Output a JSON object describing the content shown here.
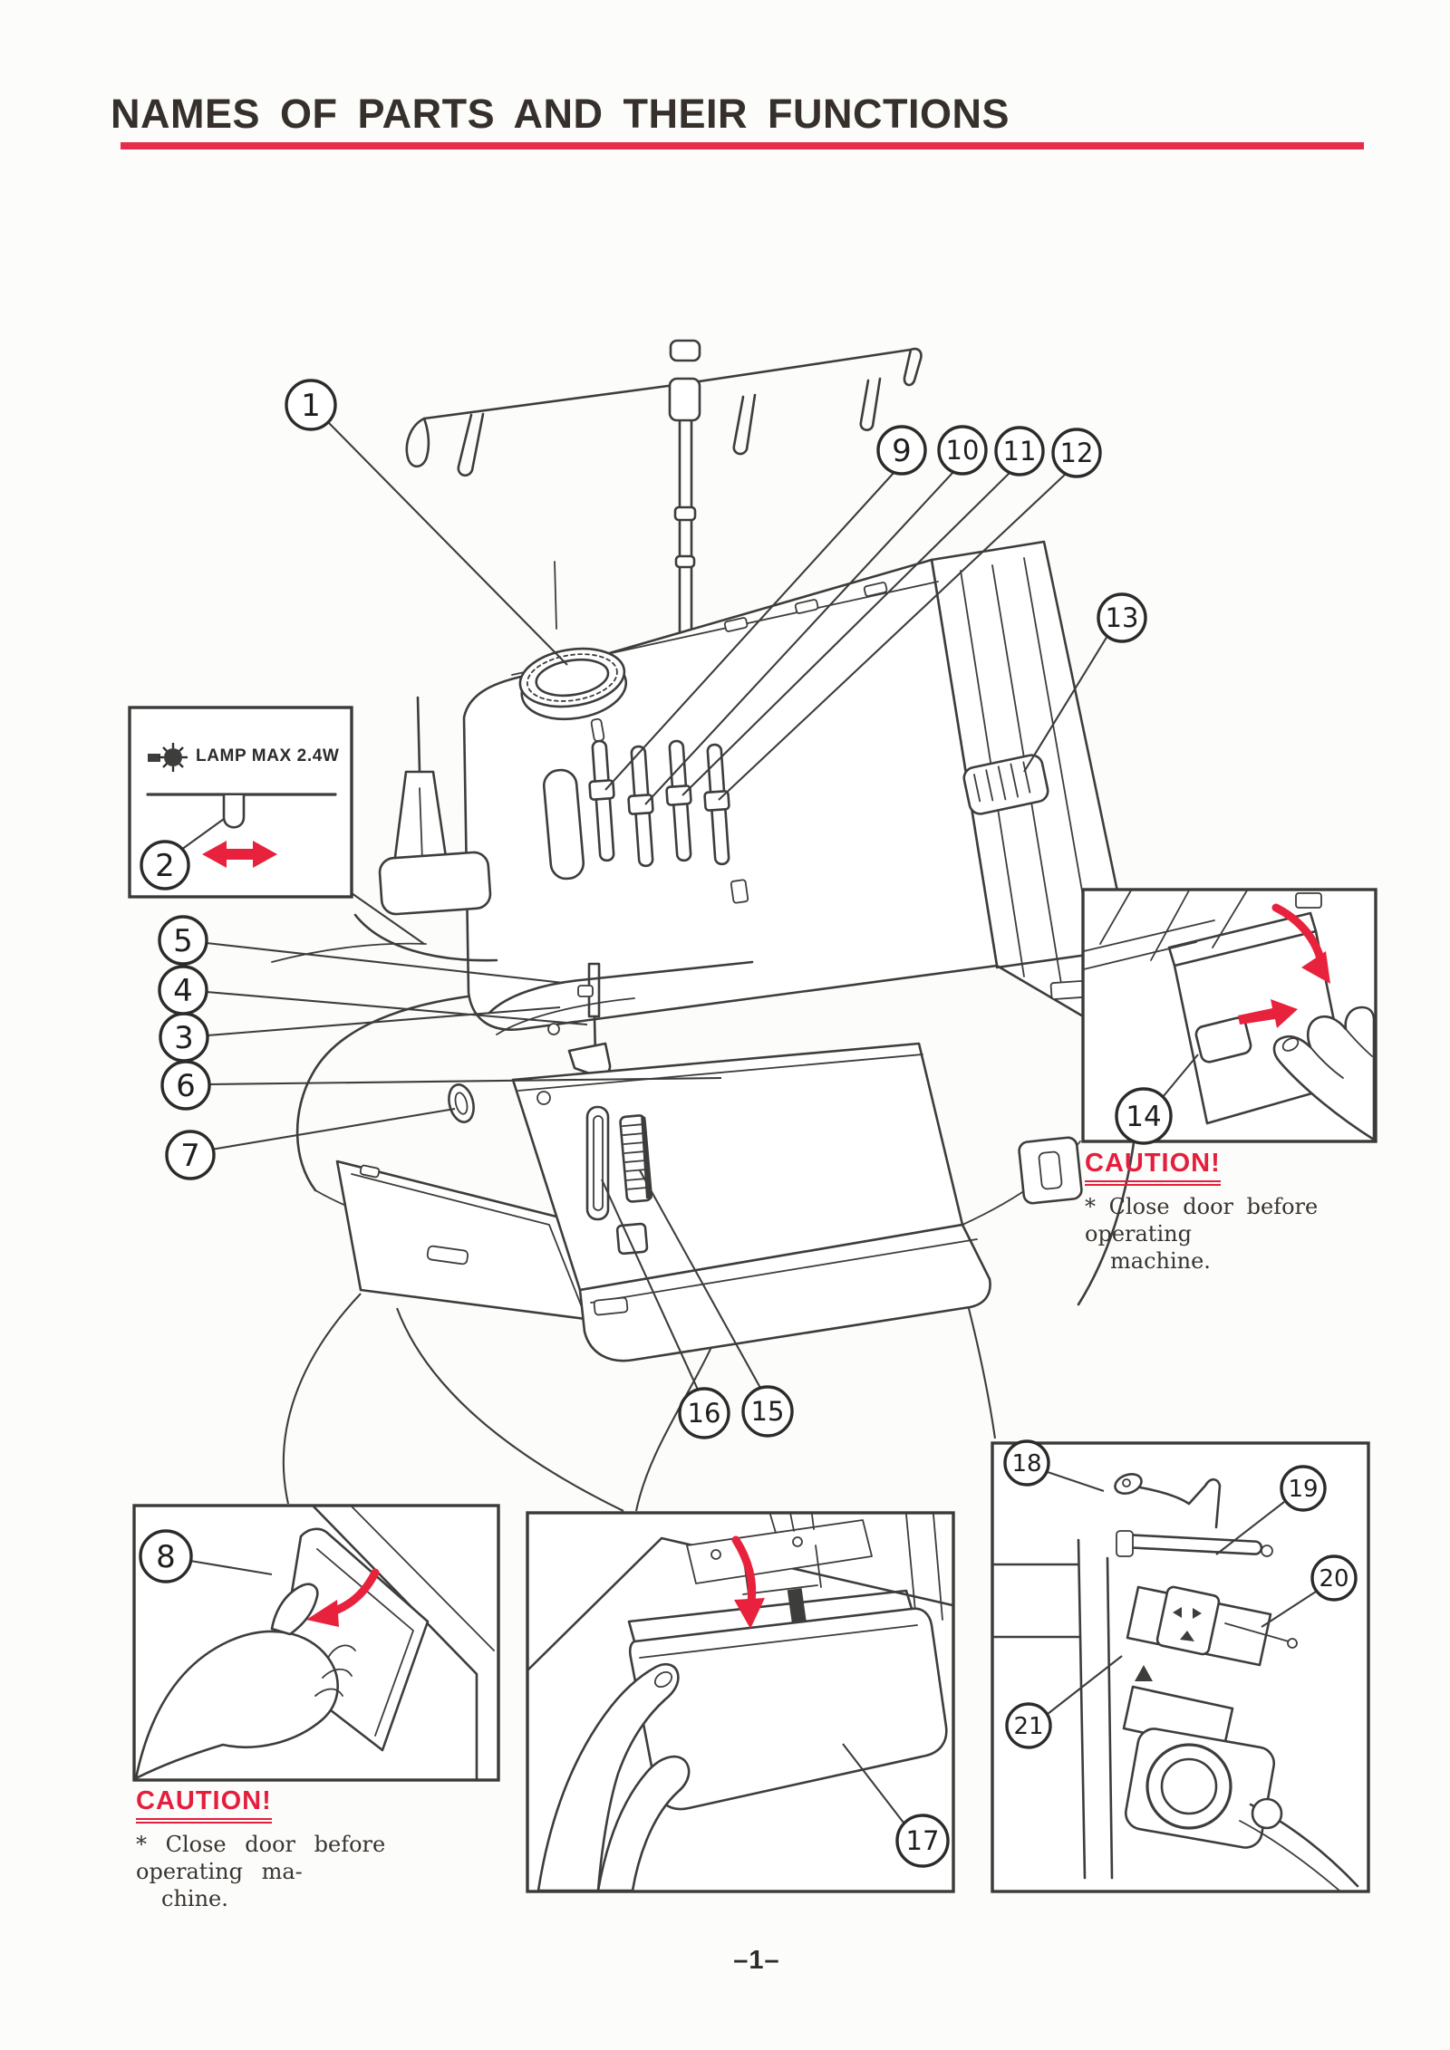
{
  "page": {
    "title": "NAMES OF PARTS AND THEIR FUNCTIONS",
    "page_number": "–1–"
  },
  "colors": {
    "accent_red": "#e62d4c",
    "arrow_red": "#e8223c",
    "ink": "#36302c",
    "line": "#3d3d3b",
    "paper": "#fcfcfb"
  },
  "lamp_inset": {
    "label": "LAMP MAX 2.4W",
    "callout": "2"
  },
  "cautions": {
    "right": {
      "heading": "CAUTION!",
      "lines": [
        "* Close door before operating",
        "machine."
      ]
    },
    "bottom_left": {
      "heading": "CAUTION!",
      "lines": [
        "* Close door before operating ma-",
        "chine."
      ]
    }
  },
  "callouts": [
    "1",
    "2",
    "3",
    "4",
    "5",
    "6",
    "7",
    "8",
    "9",
    "10",
    "11",
    "12",
    "13",
    "14",
    "15",
    "16",
    "17",
    "18",
    "19",
    "20",
    "21"
  ],
  "icons": {
    "lamp_icon": "radiating bulb glyph",
    "slide_arrow_icon": "red double-headed left-right arrow",
    "open_arrow_icon": "red curved arrow",
    "push_arrow_icon": "red straight arrow"
  }
}
